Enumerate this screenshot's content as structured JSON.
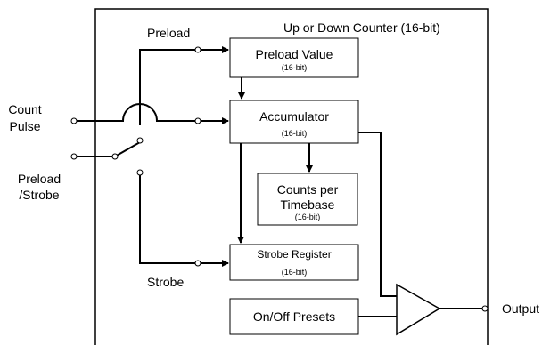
{
  "title": "Up or Down Counter (16-bit)",
  "labels": {
    "preload_top": "Preload",
    "count_pulse_line1": "Count",
    "count_pulse_line2": "Pulse",
    "preload_strobe_line1": "Preload",
    "preload_strobe_line2": "/Strobe",
    "strobe": "Strobe",
    "output": "Output"
  },
  "blocks": {
    "preload_value": {
      "label": "Preload Value",
      "sub": "(16-bit)"
    },
    "accumulator": {
      "label": "Accumulator",
      "sub": "(16-bit)"
    },
    "counts_per_timebase": {
      "line1": "Counts per",
      "line2": "Timebase",
      "sub": "(16-bit)"
    },
    "strobe_register": {
      "label": "Strobe Register",
      "sub": "(16-bit)"
    },
    "on_off_presets": {
      "label": "On/Off Presets"
    }
  }
}
